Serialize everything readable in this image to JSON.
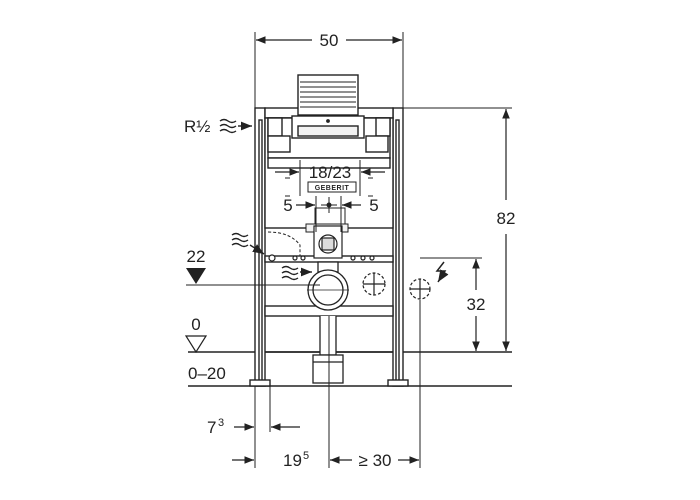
{
  "brand": "GEBERIT",
  "labels": {
    "width": "50",
    "height": "82",
    "height_upper": "18/23",
    "offset_left": "5",
    "offset_right": "5",
    "water_inlet": "R½",
    "level_22": "22",
    "height_32": "32",
    "floor_level": "0",
    "floor_range": "0–20",
    "dim_7": "7",
    "dim_7_sup": "3",
    "dim_19": "19",
    "dim_19_sup": "5",
    "dim_30": "≥ 30"
  },
  "icons": {
    "water_supply": "water-wave-icon",
    "drain": "drain-wave-icon",
    "electric": "lightning-icon",
    "level_marker": "level-triangle-icon"
  },
  "colors": {
    "line": "#222222",
    "fill_light": "#f2f2f2",
    "fill_mid": "#dcdcdc"
  }
}
